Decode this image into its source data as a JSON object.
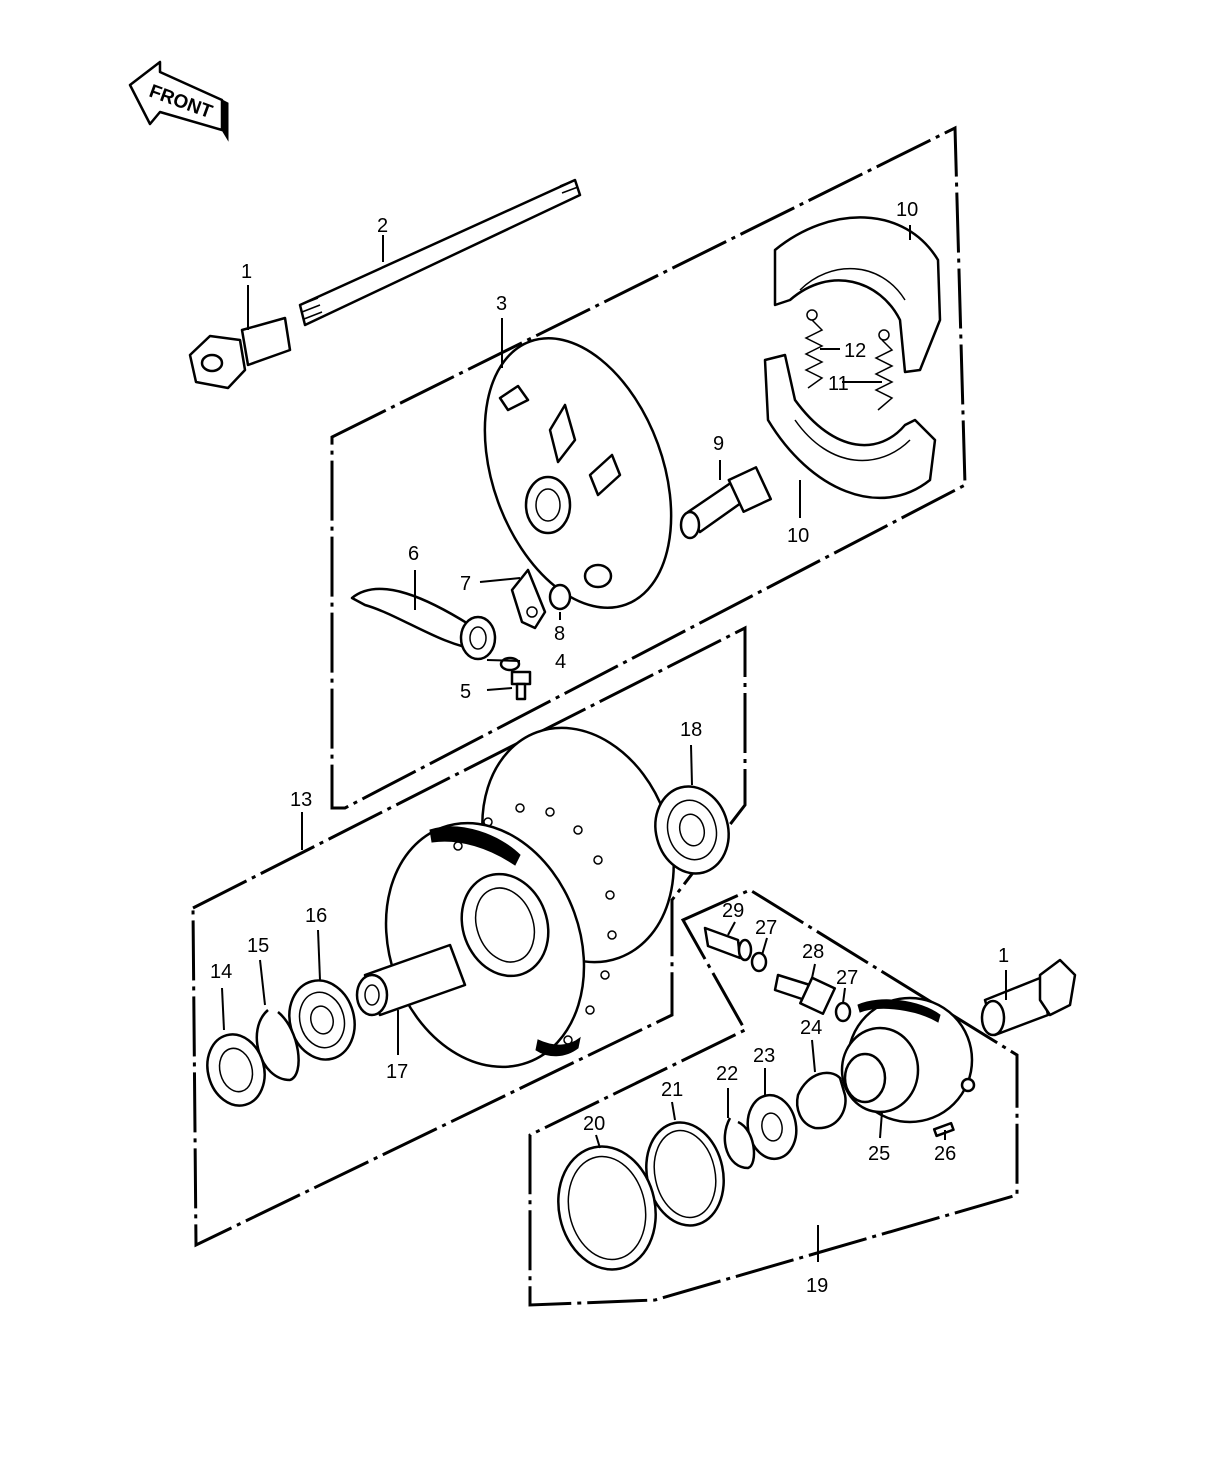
{
  "direction_label": "FRONT",
  "parts": {
    "p1a": "1",
    "p1b": "1",
    "p2": "2",
    "p3": "3",
    "p4": "4",
    "p5": "5",
    "p6": "6",
    "p7": "7",
    "p8": "8",
    "p9": "9",
    "p10a": "10",
    "p10b": "10",
    "p11": "11",
    "p12": "12",
    "p13": "13",
    "p14": "14",
    "p15": "15",
    "p16": "16",
    "p17": "17",
    "p18": "18",
    "p19": "19",
    "p20": "20",
    "p21": "21",
    "p22": "22",
    "p23": "23",
    "p24": "24",
    "p25": "25",
    "p26": "26",
    "p27a": "27",
    "p27b": "27",
    "p28": "28",
    "p29": "29"
  }
}
